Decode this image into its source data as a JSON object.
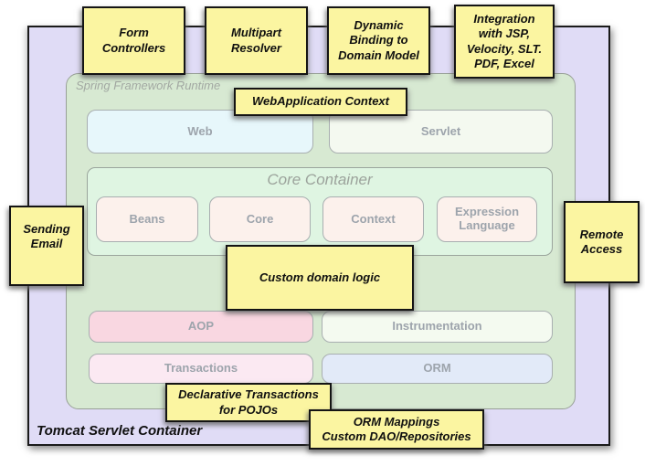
{
  "colors": {
    "note_yellow": "#fbf5a1",
    "container_purple": "#e0dcf6",
    "runtime_green": "#d7e9d2",
    "core_mint": "#dff5e2",
    "web_blue": "#e7f7fb",
    "servlet_offwhite": "#f4f9f0",
    "core_item_pink": "#fcf1ec",
    "aop_pink": "#f9d7e1",
    "instrumentation_offwhite": "#f4faf0",
    "transactions_pink": "#fbe9f2",
    "orm_blue": "#e2eaf8",
    "label_gray": "#9da4ac",
    "title_gray": "#9ca39c"
  },
  "outer": {
    "label": "Tomcat Servlet Container"
  },
  "runtime": {
    "label": "Spring Framework Runtime"
  },
  "modules": {
    "web": {
      "label": "Web"
    },
    "servlet": {
      "label": "Servlet"
    },
    "aop": {
      "label": "AOP"
    },
    "instrumentation": {
      "label": "Instrumentation"
    },
    "transactions": {
      "label": "Transactions"
    },
    "orm": {
      "label": "ORM"
    }
  },
  "core_container": {
    "title": "Core Container",
    "items": [
      {
        "label": "Beans"
      },
      {
        "label": "Core"
      },
      {
        "label": "Context"
      },
      {
        "label": "Expression\nLanguage"
      }
    ]
  },
  "notes": {
    "form_controllers": {
      "text": "Form\nControllers"
    },
    "multipart_resolver": {
      "text": "Multipart\nResolver"
    },
    "dynamic_binding": {
      "text": "Dynamic\nBinding to\nDomain Model"
    },
    "integration": {
      "text": "Integration\nwith JSP,\nVelocity, SLT.\nPDF, Excel"
    },
    "webapplication_context": {
      "text": "WebApplication Context"
    },
    "sending_email": {
      "text": "Sending\nEmail"
    },
    "remote_access": {
      "text": "Remote\nAccess"
    },
    "custom_domain_logic": {
      "text": "Custom domain logic"
    },
    "declarative_transactions": {
      "text": "Declarative Transactions\nfor POJOs"
    },
    "orm_mappings": {
      "text": "ORM Mappings\nCustom DAO/Repositories"
    }
  }
}
